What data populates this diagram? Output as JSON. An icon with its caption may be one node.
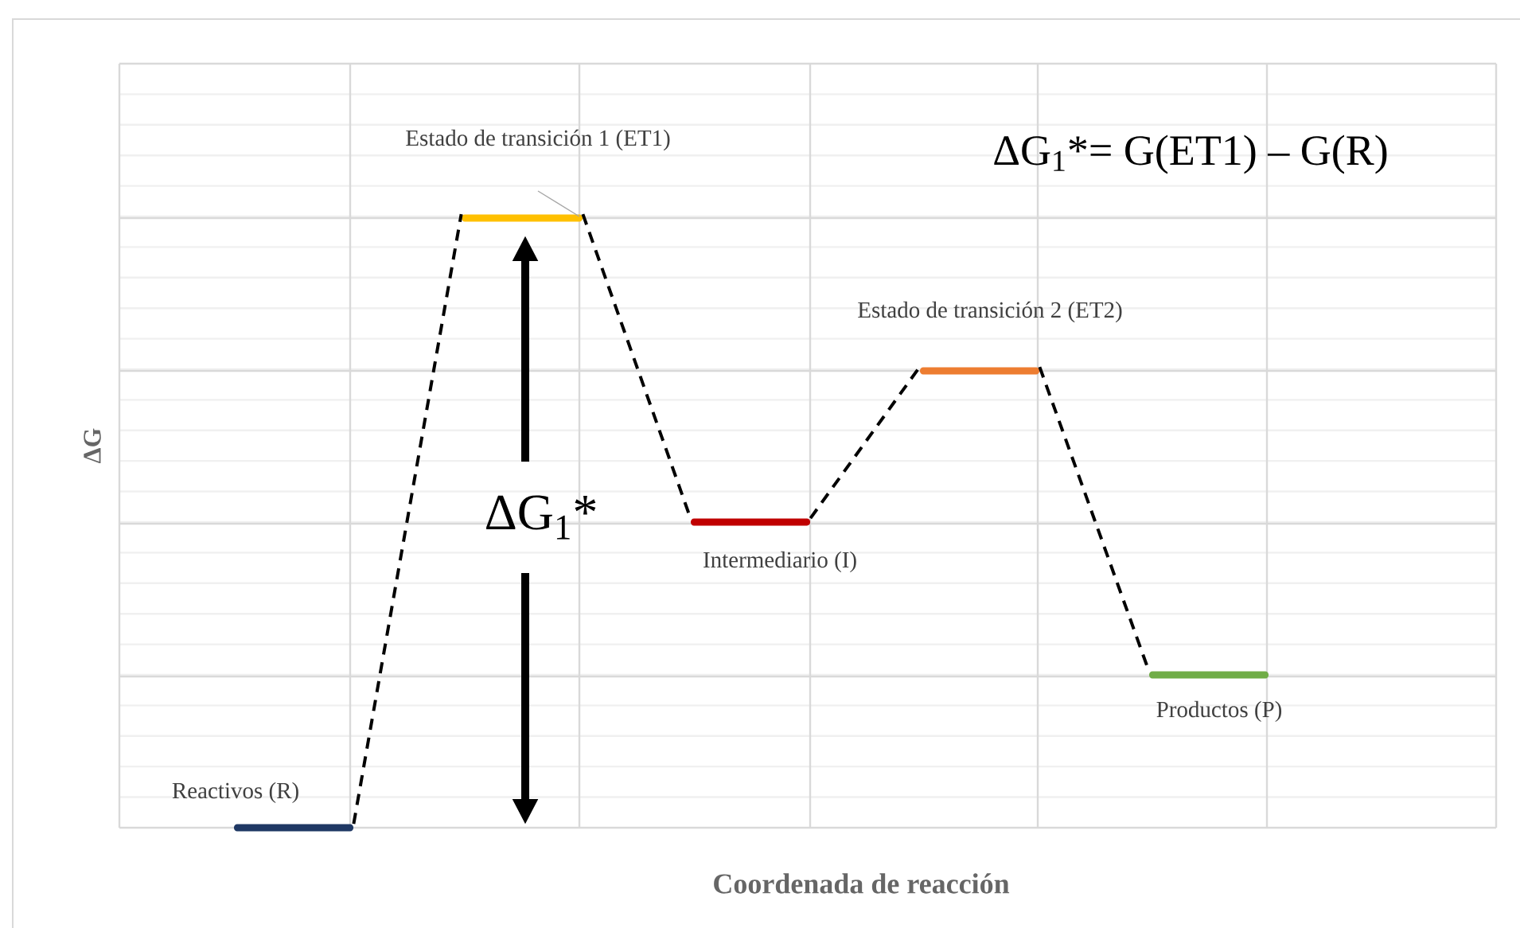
{
  "diagram": {
    "nodes": [
      {
        "text": [
          "Reactivos (R)"
        ]
      },
      {
        "text": [
          "Estado de transición 1 (ET1)"
        ]
      },
      {
        "text": [
          "Intermediario (I)"
        ]
      },
      {
        "text": [
          "Estado de transición 2 (ET2)"
        ]
      },
      {
        "text": [
          "Productos (P)"
        ]
      }
    ],
    "edges": [
      {
        "from": 0,
        "to": 1,
        "arrow": "none",
        "style": "dashed"
      },
      {
        "from": 1,
        "to": 2,
        "arrow": "none",
        "style": "dashed"
      },
      {
        "from": 2,
        "to": 3,
        "arrow": "none",
        "style": "dashed"
      },
      {
        "from": 3,
        "to": 4,
        "arrow": "none",
        "style": "dashed"
      },
      {
        "from": 1,
        "to": null,
        "arrow": "none",
        "color": "#a6a6a6"
      }
    ],
    "labels": [
      "ΔG$_{1}$*= G(ET1) – G(R)",
      "ΔG$_{1}$*",
      "ΔG",
      "Coordenada de reacción"
    ]
  }
}
